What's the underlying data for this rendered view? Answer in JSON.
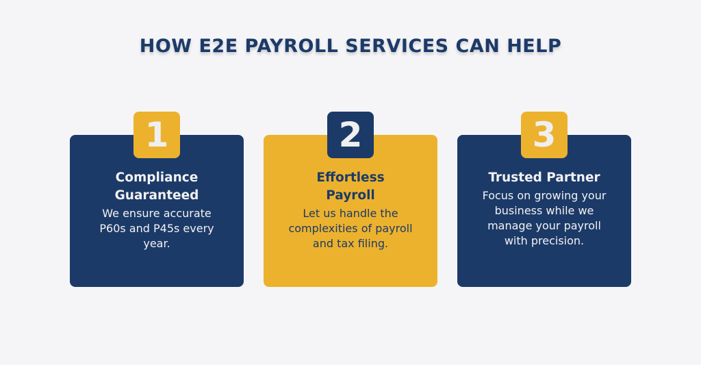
{
  "header": {
    "title": "HOW E2E PAYROLL SERVICES CAN HELP"
  },
  "colors": {
    "navy": "#1c3a68",
    "gold": "#ecb22e",
    "background": "#f5f5f8"
  },
  "cards": [
    {
      "number": "1",
      "title": "Compliance Guaranteed",
      "text": "We ensure accurate P60s and P45s every year.",
      "card_color": "navy",
      "badge_color": "gold"
    },
    {
      "number": "2",
      "title": "Effortless Payroll",
      "text": "Let us handle the complexities of payroll and tax filing.",
      "card_color": "gold",
      "badge_color": "navy"
    },
    {
      "number": "3",
      "title": "Trusted Partner",
      "text": "Focus on growing your business while we manage your payroll with precision.",
      "card_color": "navy",
      "badge_color": "gold"
    }
  ]
}
